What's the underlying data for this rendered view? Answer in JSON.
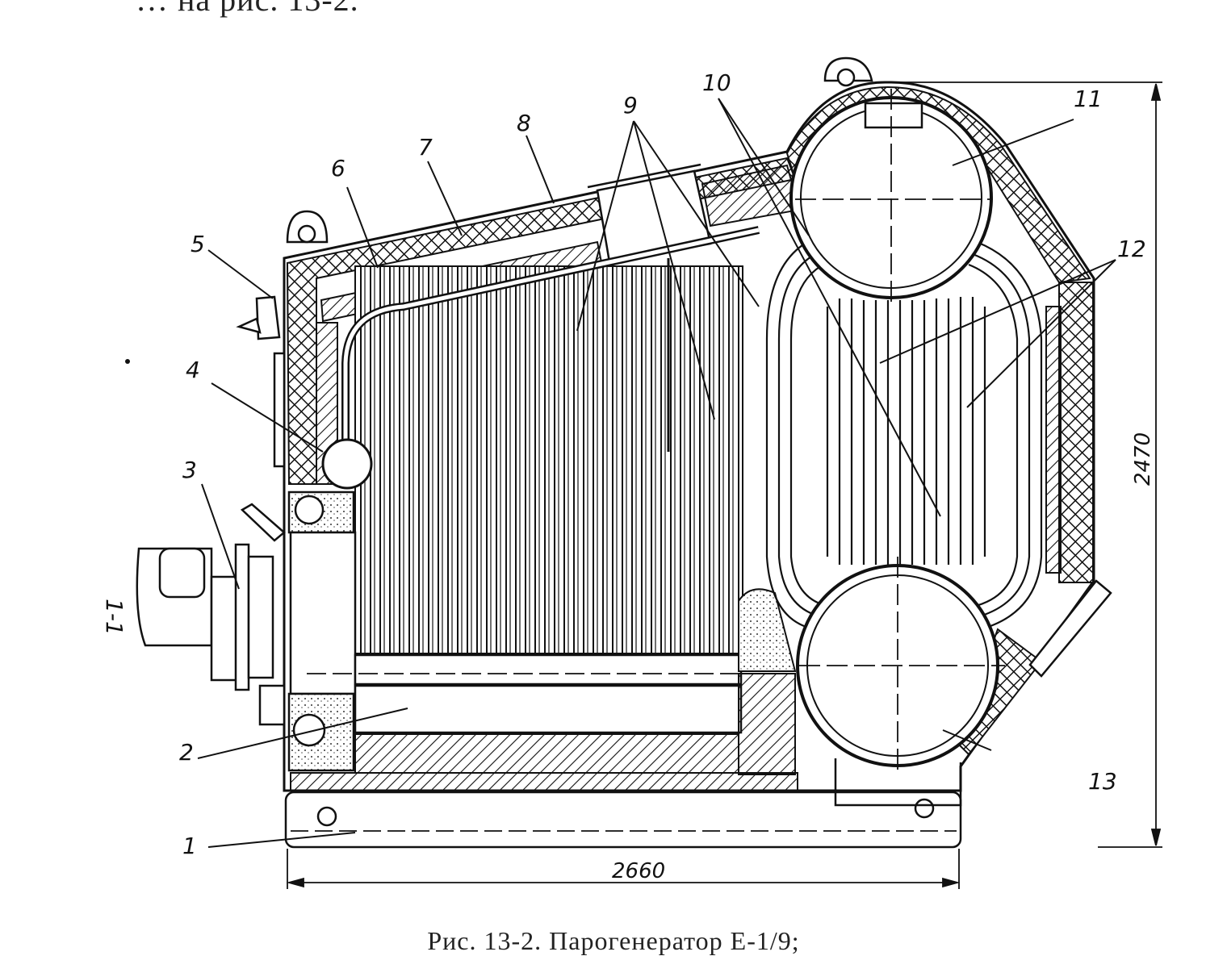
{
  "page_text": {
    "top_fragment": "… на рис. 13-2.",
    "caption": "Рис. 13-2. Парогенератор Е-1/9;"
  },
  "diagram": {
    "callouts": [
      "1",
      "2",
      "3",
      "4",
      "5",
      "6",
      "7",
      "8",
      "9",
      "10",
      "11",
      "12",
      "13"
    ],
    "dimensions": {
      "width": "2660",
      "height": "2470"
    },
    "section_mark": "1-1"
  }
}
